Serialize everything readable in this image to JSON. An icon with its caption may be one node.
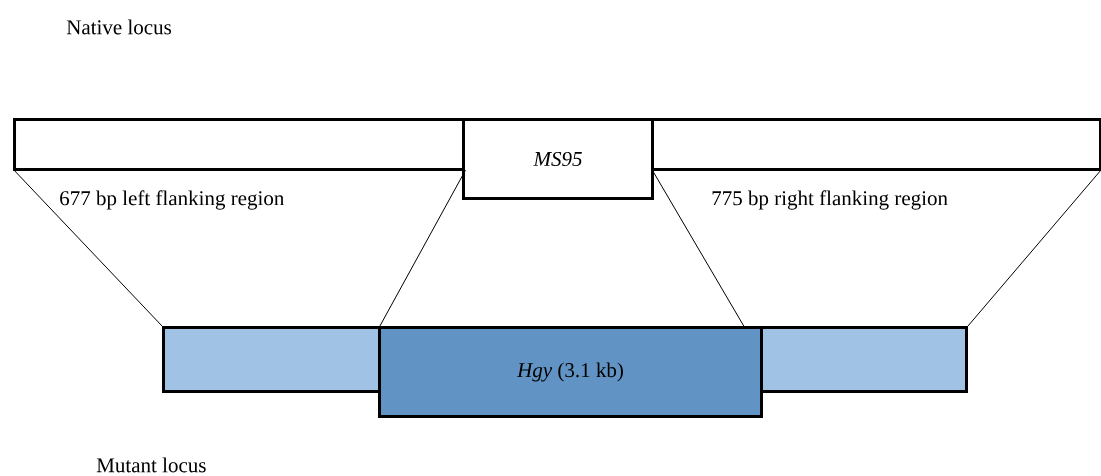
{
  "diagram": {
    "nodes": [
      {
        "text": [],
        "shape": "box",
        "beside": [
          "677 bp left flanking region"
        ]
      },
      {
        "text": [
          "MS95"
        ]
      },
      {
        "text": [],
        "shape": "box",
        "beside": [
          "775 bp right flanking region"
        ]
      },
      {
        "text": [],
        "shape": "box"
      },
      {
        "text": [
          "*Hgy* (3.1 kb)"
        ]
      },
      {
        "text": [],
        "shape": "box"
      }
    ],
    "edges": [
      {
        "from": 0,
        "to": 3,
        "arrow": "none"
      },
      {
        "from": 0,
        "to": 4,
        "arrow": "none"
      },
      {
        "from": 2,
        "to": 4,
        "arrow": "none"
      },
      {
        "from": 2,
        "to": 5,
        "arrow": "none"
      }
    ],
    "labels": [
      "Native locus",
      "Mutant locus"
    ]
  }
}
